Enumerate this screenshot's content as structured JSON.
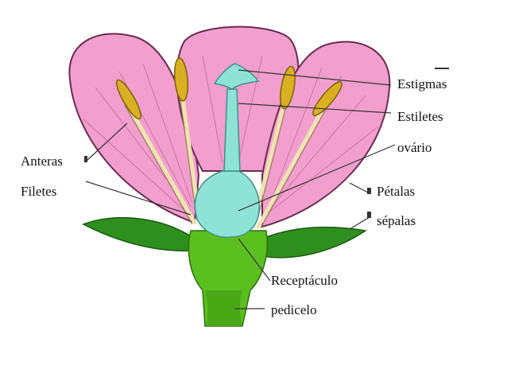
{
  "diagram": {
    "labels": {
      "estigmas": "Estigmas",
      "estiletes": "Estiletes",
      "ovario": "ovário",
      "anteras": "Anteras",
      "filetes": "Filetes",
      "petalas": "Pétalas",
      "sepalas": "sépalas",
      "receptaculo": "Receptáculo",
      "pedicelo": "pedicelo"
    },
    "colors": {
      "petal": "#f29fce",
      "petal_stroke": "#6b2a52",
      "sepal": "#2f8f1e",
      "receptacle": "#5bbf1f",
      "pistil": "#8fe3d6",
      "anther": "#d9b021",
      "filament": "#efe3b3",
      "leader": "#333333"
    }
  }
}
